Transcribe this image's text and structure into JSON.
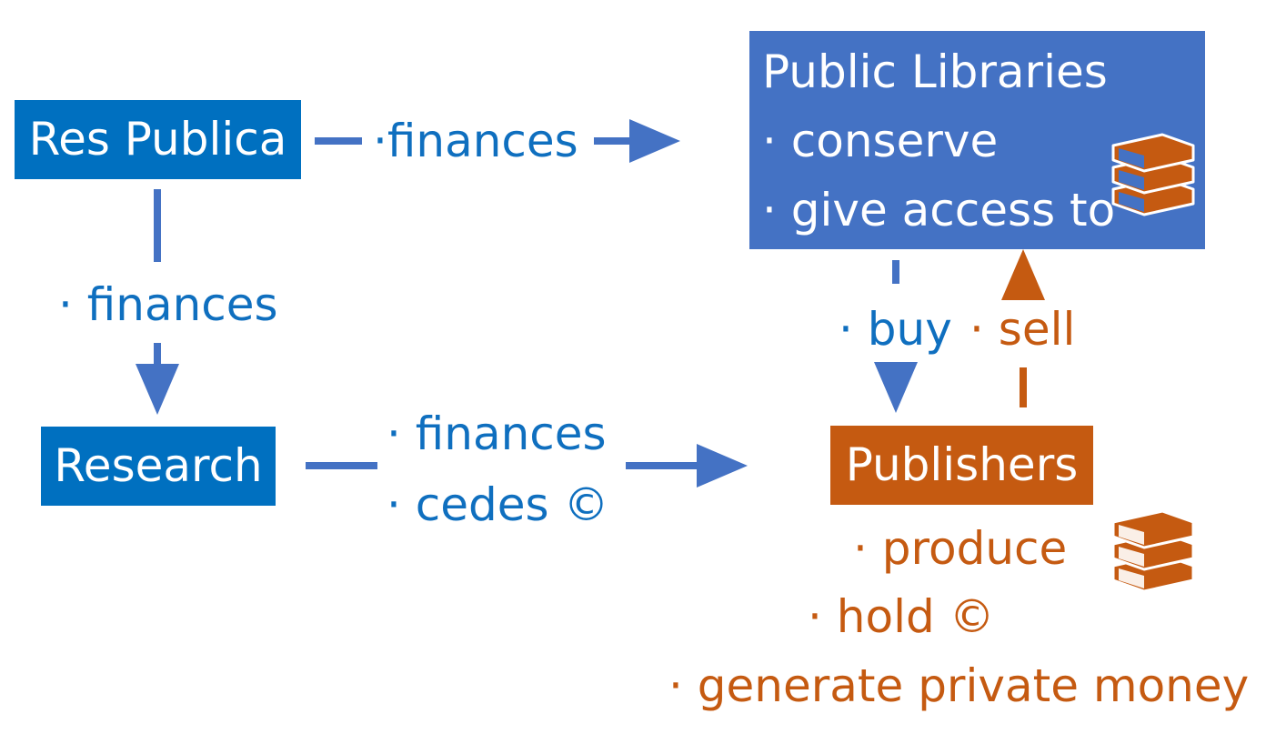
{
  "colors": {
    "blue_box": "#0070c0",
    "libraries_box": "#4472c4",
    "publisher_box": "#c55a11",
    "blue_text": "#0f6fbf",
    "orange_text": "#c55a11",
    "arrow_blue": "#4472c4",
    "arrow_orange": "#c55a11"
  },
  "nodes": {
    "res_publica": "Res Publica",
    "research": "Research",
    "publishers": "Publishers",
    "libraries": {
      "title": "Public Libraries",
      "line1": "· conserve",
      "line2": "· give access to"
    }
  },
  "edges": {
    "res_to_libraries": "·finances",
    "res_to_research": "· finances",
    "research_to_publishers_1": "· finances",
    "research_to_publishers_2": "· cedes ©",
    "libraries_buy": "· buy",
    "publishers_sell": "· sell"
  },
  "publisher_roles": {
    "produce": "· produce",
    "hold": "· hold ©",
    "money": "· generate private money"
  },
  "icons": [
    "books-icon",
    "books-icon"
  ]
}
